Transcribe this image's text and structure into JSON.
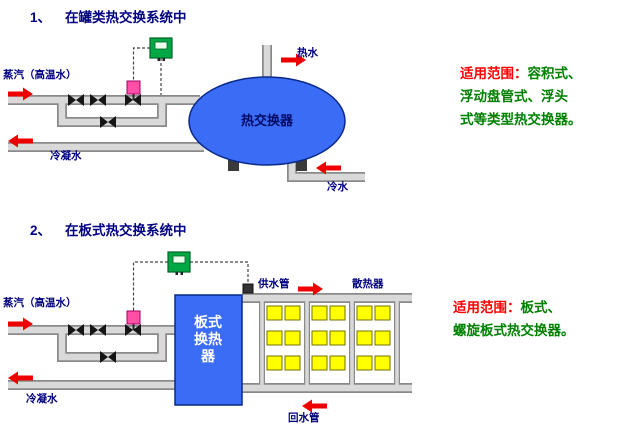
{
  "sections": [
    {
      "index": "1、",
      "title": "在罐类热交换系统中",
      "labels": {
        "steam": "蒸汽（高温水）",
        "hot_water": "热水",
        "condensate": "冷凝水",
        "cold_water": "冷水",
        "tank": "热交换器"
      },
      "note": {
        "prefix": "适用范围：",
        "body": "容积式、\n浮动盘管式、浮头\n式等类型热交换器。"
      }
    },
    {
      "index": "2、",
      "title": "在板式热交换系统中",
      "labels": {
        "steam": "蒸汽（高温水）",
        "condensate": "冷凝水",
        "supply": "供水管",
        "radiator": "散热器",
        "return": "回水管",
        "hx": "板式换热器"
      },
      "note": {
        "prefix": "适用范围：",
        "body": "板式、\n螺旋板式热交换器。"
      }
    }
  ],
  "colors": {
    "accent_red": "#ee0000",
    "note_green": "#008000",
    "note_red": "#ff0000",
    "label_navy": "#000080",
    "equipment_blue": "#3b6cf6",
    "radiator_yellow": "#ffff00",
    "controller_green": "#00a843",
    "valve_pink": "#ff4fa7",
    "pipe_gray": "#d9d9d9"
  }
}
